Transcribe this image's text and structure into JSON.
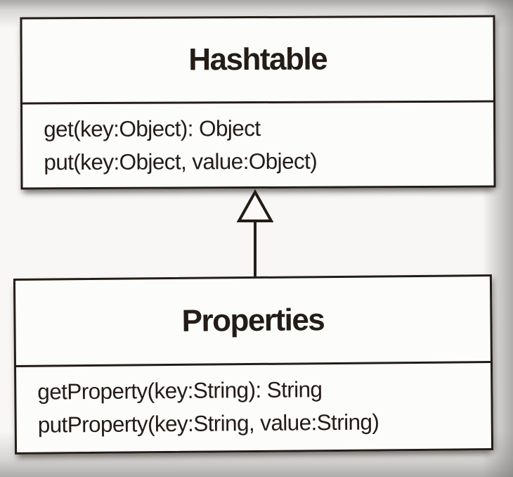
{
  "diagram": {
    "type": "uml-class-diagram",
    "classes": [
      {
        "name": "Hashtable",
        "methods": [
          "get(key:Object): Object",
          "put(key:Object, value:Object)"
        ]
      },
      {
        "name": "Properties",
        "methods": [
          "getProperty(key:String): String",
          "putProperty(key:String, value:String)"
        ]
      }
    ],
    "relationship": {
      "type": "generalization",
      "from": "Properties",
      "to": "Hashtable",
      "arrow": "hollow-triangle-up"
    },
    "colors": {
      "paper_background": "#f8f7f5",
      "vignette_gray": "#a8a6a5",
      "box_fill": "#fcfcfb",
      "border": "#241c16",
      "text": "#241c16"
    }
  }
}
